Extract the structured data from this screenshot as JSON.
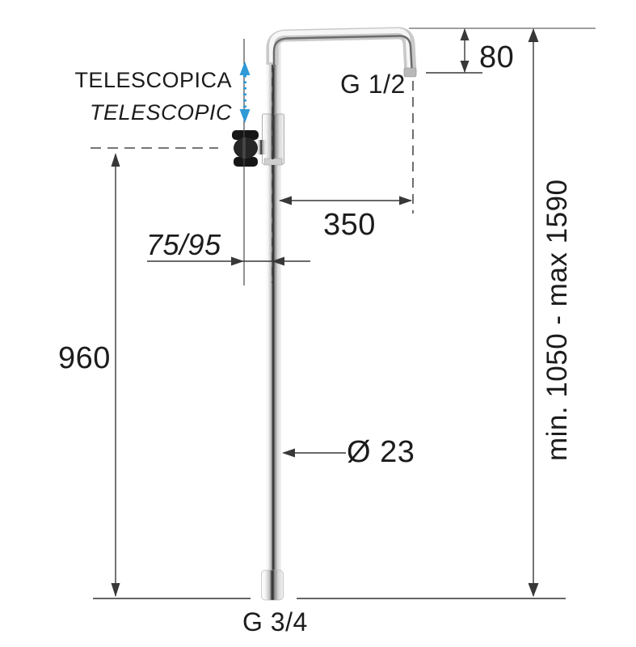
{
  "labels": {
    "telescopica": "TELESCOPICA",
    "telescopic": "TELESCOPIC",
    "top_thread": "G 1/2",
    "bottom_thread": "G 3/4",
    "diameter": "Ø 23"
  },
  "dimensions": {
    "arm_drop": "80",
    "arm_reach": "350",
    "wall_offset": "75/95",
    "column_height": "960",
    "overall_height": "min. 1050 - max 1590"
  },
  "colors": {
    "line": "#383838",
    "dashed_line": "#4a4a4a",
    "floor_line": "#666666",
    "telescopic_arrow_blue": "#2f9ad6",
    "text": "#1c1c1c"
  }
}
